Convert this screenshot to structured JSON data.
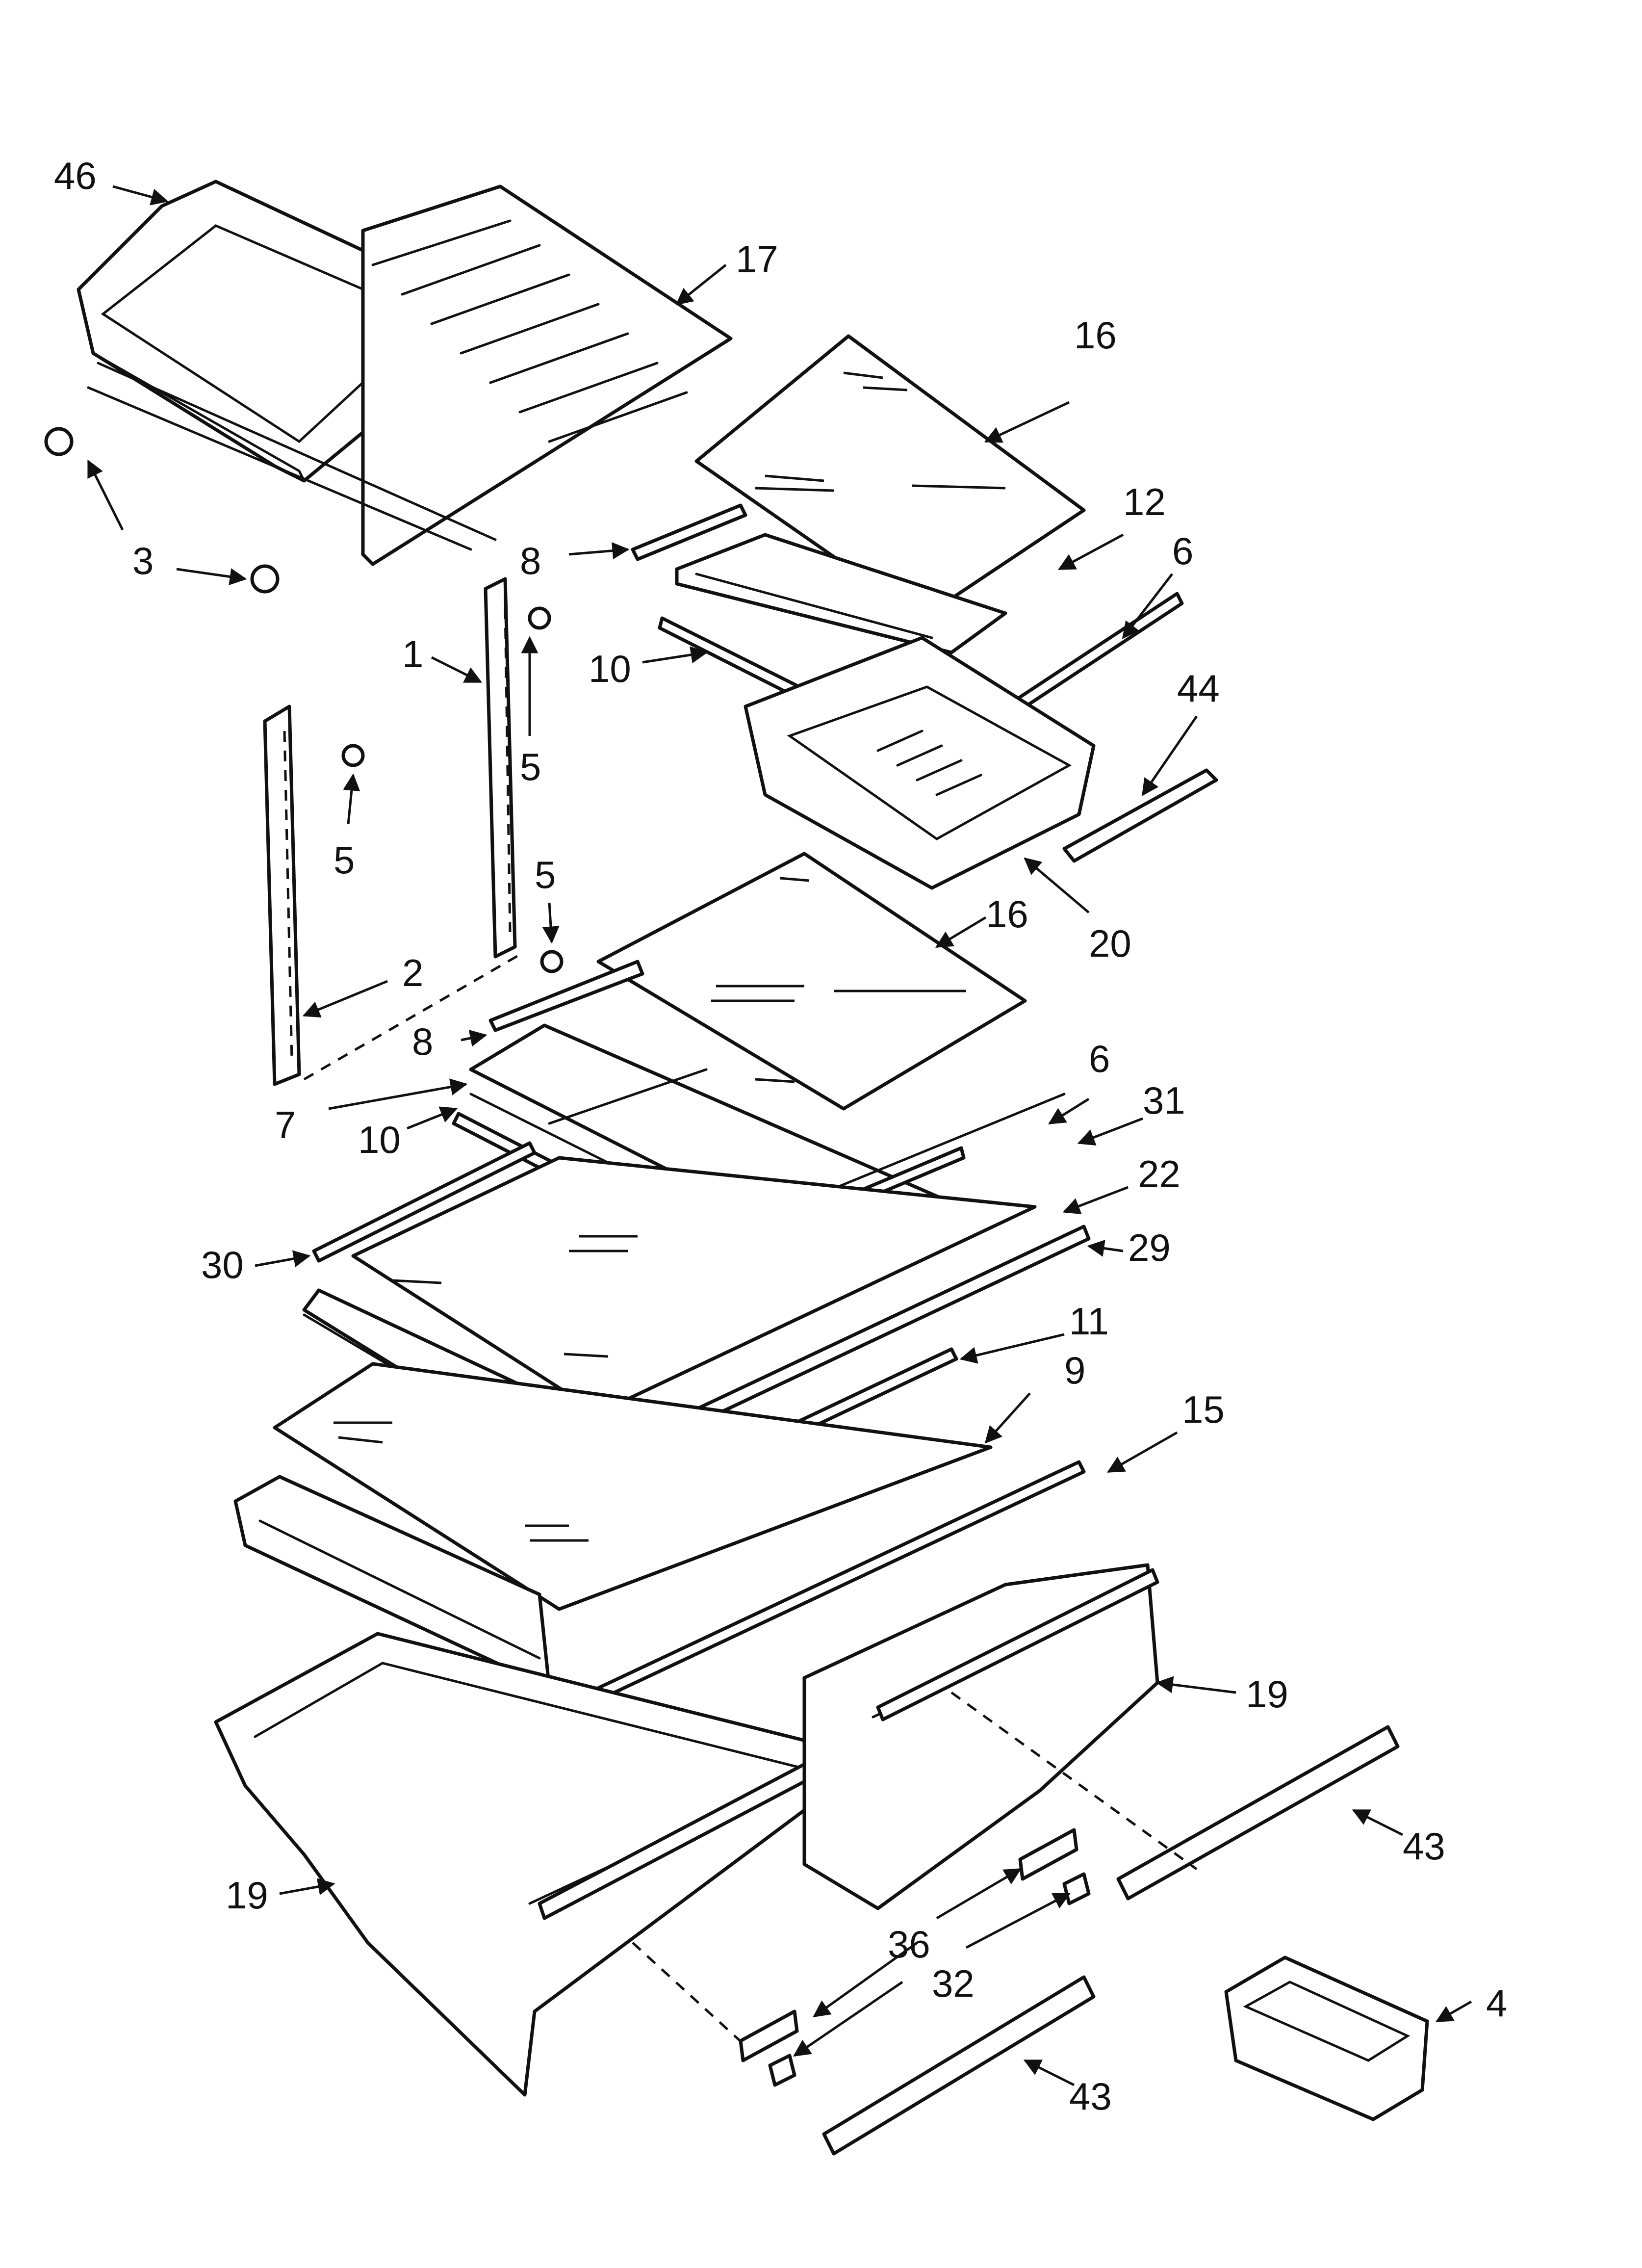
{
  "diagram": {
    "callouts": [
      {
        "id": "c46",
        "label": "46"
      },
      {
        "id": "c17",
        "label": "17"
      },
      {
        "id": "c3",
        "label": "3"
      },
      {
        "id": "c16a",
        "label": "16"
      },
      {
        "id": "c12",
        "label": "12"
      },
      {
        "id": "c8a",
        "label": "8"
      },
      {
        "id": "c6a",
        "label": "6"
      },
      {
        "id": "c1",
        "label": "1"
      },
      {
        "id": "c10a",
        "label": "10"
      },
      {
        "id": "c44",
        "label": "44"
      },
      {
        "id": "c5a",
        "label": "5"
      },
      {
        "id": "c5b",
        "label": "5"
      },
      {
        "id": "c5c",
        "label": "5"
      },
      {
        "id": "c16b",
        "label": "16"
      },
      {
        "id": "c20",
        "label": "20"
      },
      {
        "id": "c2",
        "label": "2"
      },
      {
        "id": "c8b",
        "label": "8"
      },
      {
        "id": "c6b",
        "label": "6"
      },
      {
        "id": "c7",
        "label": "7"
      },
      {
        "id": "c31",
        "label": "31"
      },
      {
        "id": "c10b",
        "label": "10"
      },
      {
        "id": "c22",
        "label": "22"
      },
      {
        "id": "c30",
        "label": "30"
      },
      {
        "id": "c29",
        "label": "29"
      },
      {
        "id": "c11",
        "label": "11"
      },
      {
        "id": "c9",
        "label": "9"
      },
      {
        "id": "c15",
        "label": "15"
      },
      {
        "id": "c19a",
        "label": "19"
      },
      {
        "id": "c19b",
        "label": "19"
      },
      {
        "id": "c43a",
        "label": "43"
      },
      {
        "id": "c36",
        "label": "36"
      },
      {
        "id": "c32",
        "label": "32"
      },
      {
        "id": "c4",
        "label": "4"
      },
      {
        "id": "c43b",
        "label": "43"
      }
    ]
  }
}
